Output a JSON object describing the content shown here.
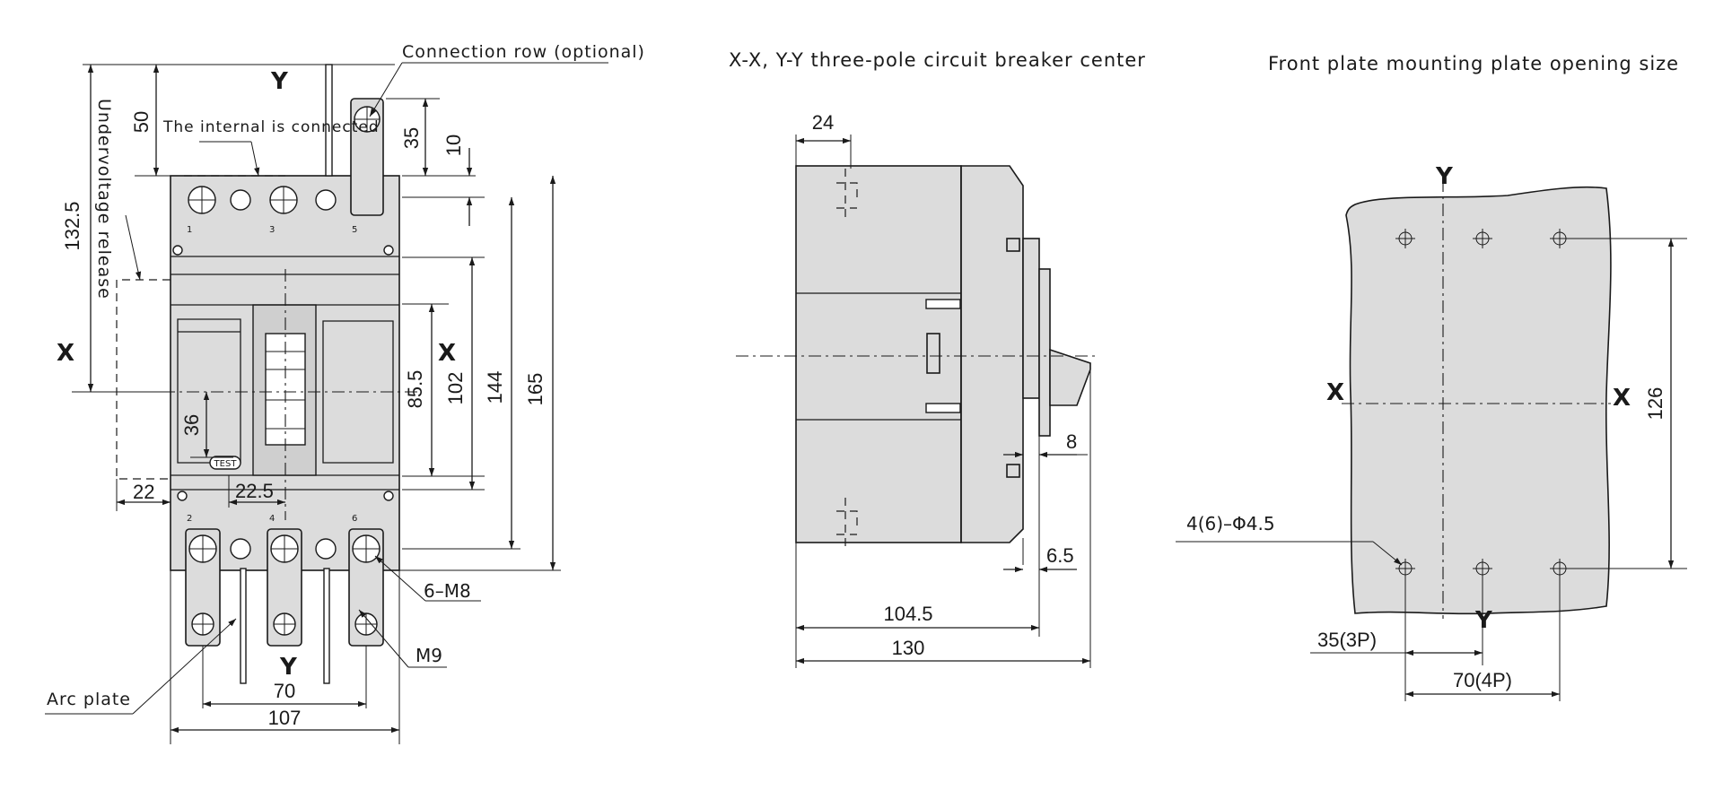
{
  "titles": {
    "side_view": "X-X, Y-Y three-pole circuit breaker center",
    "panel_cutout": "Front plate mounting plate opening size"
  },
  "callouts": {
    "connection_row": "Connection row (optional)",
    "internal_connected": "The internal is connected",
    "undervoltage_release": "Undervoltage release",
    "arc_plate": "Arc plate",
    "thread_m8": "6–M8",
    "thread_m9": "M9",
    "mounting_holes": "4(6)–Φ4.5",
    "test_button": "TEST"
  },
  "axis_labels": {
    "x": "X",
    "y": "Y"
  },
  "terminal_numbers": [
    "1",
    "3",
    "5",
    "2",
    "4",
    "6"
  ],
  "dimensions": {
    "front": {
      "d132_5": "132.5",
      "d50": "50",
      "d35": "35",
      "d10": "10",
      "d85_5": "85.5",
      "d102": "102",
      "d144": "144",
      "d165": "165",
      "d36": "36",
      "d22": "22",
      "d22_5": "22.5",
      "d70": "70",
      "d107": "107"
    },
    "side": {
      "d24": "24",
      "d8": "8",
      "d6_5": "6.5",
      "d104_5": "104.5",
      "d130": "130"
    },
    "cutout": {
      "d126": "126",
      "d35_3p": "35(3P)",
      "d70_4p": "70(4P)"
    }
  },
  "colors": {
    "body_fill": "#dcdcdc",
    "line": "#1a1a1a"
  }
}
